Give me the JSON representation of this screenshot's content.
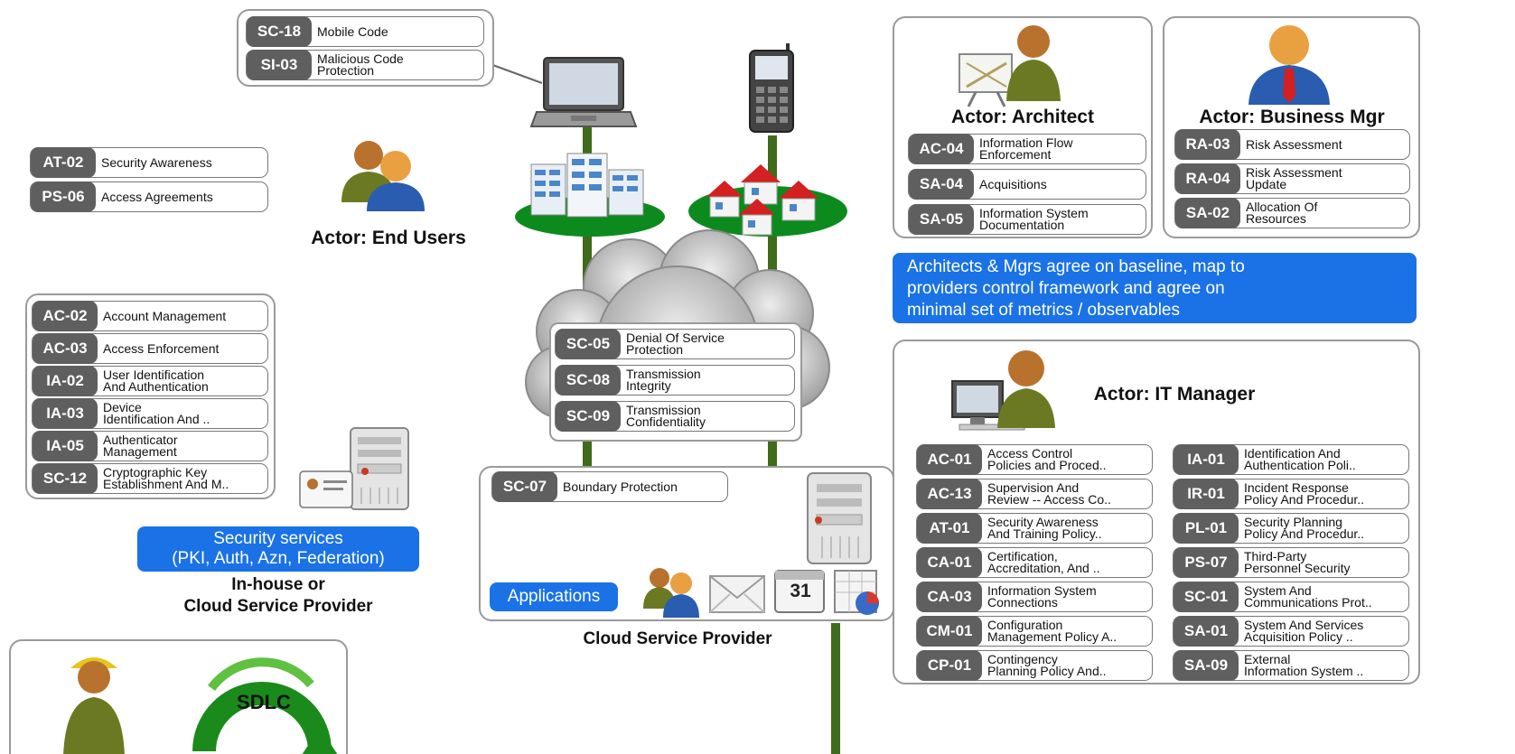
{
  "end_users": {
    "actor": "Actor: End Users",
    "device_controls": [
      {
        "code": "SC-18",
        "label": "Mobile Code"
      },
      {
        "code": "SI-03",
        "label": "Malicious Code\nProtection"
      }
    ],
    "controls": [
      {
        "code": "AT-02",
        "label": "Security Awareness"
      },
      {
        "code": "PS-06",
        "label": "Access Agreements"
      }
    ]
  },
  "identity": {
    "controls": [
      {
        "code": "AC-02",
        "label": "Account Management"
      },
      {
        "code": "AC-03",
        "label": "Access Enforcement"
      },
      {
        "code": "IA-02",
        "label": "User Identification\nAnd Authentication"
      },
      {
        "code": "IA-03",
        "label": "Device\nIdentification And .."
      },
      {
        "code": "IA-05",
        "label": "Authenticator\nManagement"
      },
      {
        "code": "SC-12",
        "label": "Cryptographic Key\nEstablishment And M.."
      }
    ],
    "security_services": "Security services\n(PKI, Auth, Azn, Federation)",
    "provider_caption": "In-house or\nCloud Service Provider"
  },
  "network": {
    "controls": [
      {
        "code": "SC-05",
        "label": "Denial Of Service\nProtection"
      },
      {
        "code": "SC-08",
        "label": "Transmission\nIntegrity"
      },
      {
        "code": "SC-09",
        "label": "Transmission\nConfidentiality"
      }
    ]
  },
  "cloud_provider": {
    "control": {
      "code": "SC-07",
      "label": "Boundary Protection"
    },
    "applications": "Applications",
    "calendar_day": "31",
    "caption": "Cloud Service Provider"
  },
  "architect": {
    "actor": "Actor: Architect",
    "controls": [
      {
        "code": "AC-04",
        "label": "Information Flow\nEnforcement"
      },
      {
        "code": "SA-04",
        "label": "Acquisitions"
      },
      {
        "code": "SA-05",
        "label": "Information System\nDocumentation"
      }
    ]
  },
  "business_mgr": {
    "actor": "Actor: Business Mgr",
    "controls": [
      {
        "code": "RA-03",
        "label": "Risk Assessment"
      },
      {
        "code": "RA-04",
        "label": "Risk Assessment\nUpdate"
      },
      {
        "code": "SA-02",
        "label": "Allocation Of\nResources"
      }
    ]
  },
  "agreement_note": "Architects & Mgrs agree on baseline, map to\nproviders control framework and agree on\nminimal set of metrics / observables",
  "it_manager": {
    "actor": "Actor: IT Manager",
    "left_controls": [
      {
        "code": "AC-01",
        "label": "Access Control\nPolicies and Proced.."
      },
      {
        "code": "AC-13",
        "label": "Supervision And\nReview -- Access Co.."
      },
      {
        "code": "AT-01",
        "label": "Security Awareness\nAnd Training Policy.."
      },
      {
        "code": "CA-01",
        "label": "Certification,\nAccreditation, And .."
      },
      {
        "code": "CA-03",
        "label": "Information System\nConnections"
      },
      {
        "code": "CM-01",
        "label": "Configuration\nManagement Policy A.."
      },
      {
        "code": "CP-01",
        "label": "Contingency\nPlanning Policy And.."
      }
    ],
    "right_controls": [
      {
        "code": "IA-01",
        "label": "Identification And\nAuthentication Poli.."
      },
      {
        "code": "IR-01",
        "label": "Incident Response\nPolicy And Procedur.."
      },
      {
        "code": "PL-01",
        "label": "Security Planning\nPolicy And Procedur.."
      },
      {
        "code": "PS-07",
        "label": "Third-Party\nPersonnel Security"
      },
      {
        "code": "SC-01",
        "label": "System And\nCommunications Prot.."
      },
      {
        "code": "SA-01",
        "label": "System And Services\nAcquisition Policy .."
      },
      {
        "code": "SA-09",
        "label": "External\nInformation System .."
      }
    ]
  },
  "sdlc": {
    "label": "SDLC"
  },
  "colors": {
    "code_badge": "#5f5f5f",
    "highlight_blue": "#1a72e6",
    "line_green": "#3f6b1a",
    "ground_green": "#0d8a1e",
    "roof_red": "#d32020"
  }
}
